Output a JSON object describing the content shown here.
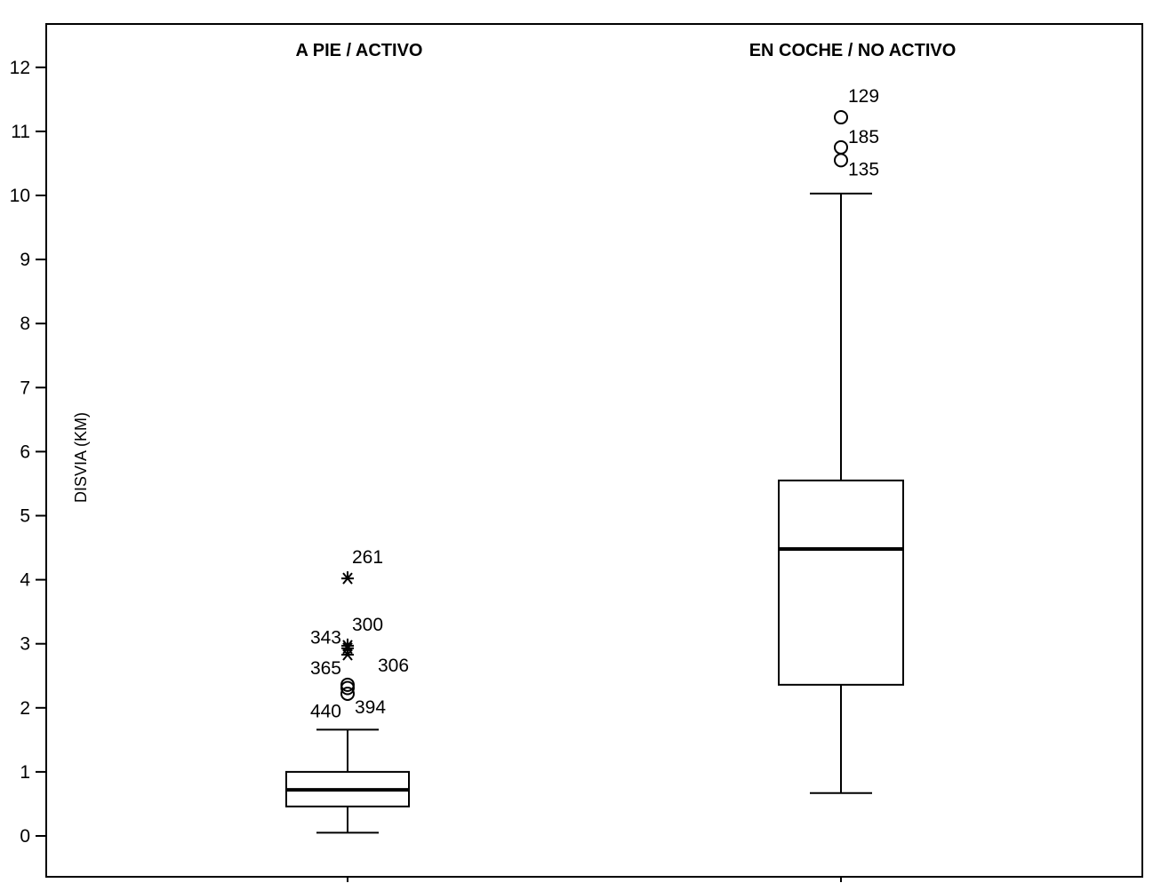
{
  "chart_data": {
    "type": "boxplot",
    "title": "",
    "ylabel": "DISVIA (KM)",
    "xlabel": "",
    "ylim": [
      -0.65,
      12.7
    ],
    "yticks": [
      0,
      1,
      2,
      3,
      4,
      5,
      6,
      7,
      8,
      9,
      10,
      11,
      12
    ],
    "grid": false,
    "colors": {
      "box_fill": "#ffffff",
      "stroke": "#000000"
    },
    "groups": [
      {
        "name": "A PIE / ACTIVO",
        "whisker_low": 0.05,
        "q1": 0.46,
        "median": 0.72,
        "q3": 1.0,
        "whisker_high": 1.66,
        "outliers": [
          {
            "id": "261",
            "value": 4.02,
            "marker": "star"
          },
          {
            "id": "300",
            "value": 2.97,
            "marker": "star"
          },
          {
            "id": "343",
            "value": 2.93,
            "marker": "star"
          },
          {
            "id": "306",
            "value": 2.83,
            "marker": "star"
          },
          {
            "id": "365",
            "value": 2.36,
            "marker": "circle"
          },
          {
            "id": "440",
            "value": 2.31,
            "marker": "circle"
          },
          {
            "id": "394",
            "value": 2.22,
            "marker": "circle"
          }
        ]
      },
      {
        "name": "EN COCHE / NO ACTIVO",
        "whisker_low": 0.67,
        "q1": 2.36,
        "median": 4.48,
        "q3": 5.55,
        "whisker_high": 10.03,
        "outliers": [
          {
            "id": "129",
            "value": 11.22,
            "marker": "circle"
          },
          {
            "id": "185",
            "value": 10.75,
            "marker": "circle"
          },
          {
            "id": "135",
            "value": 10.55,
            "marker": "circle"
          }
        ]
      }
    ]
  }
}
